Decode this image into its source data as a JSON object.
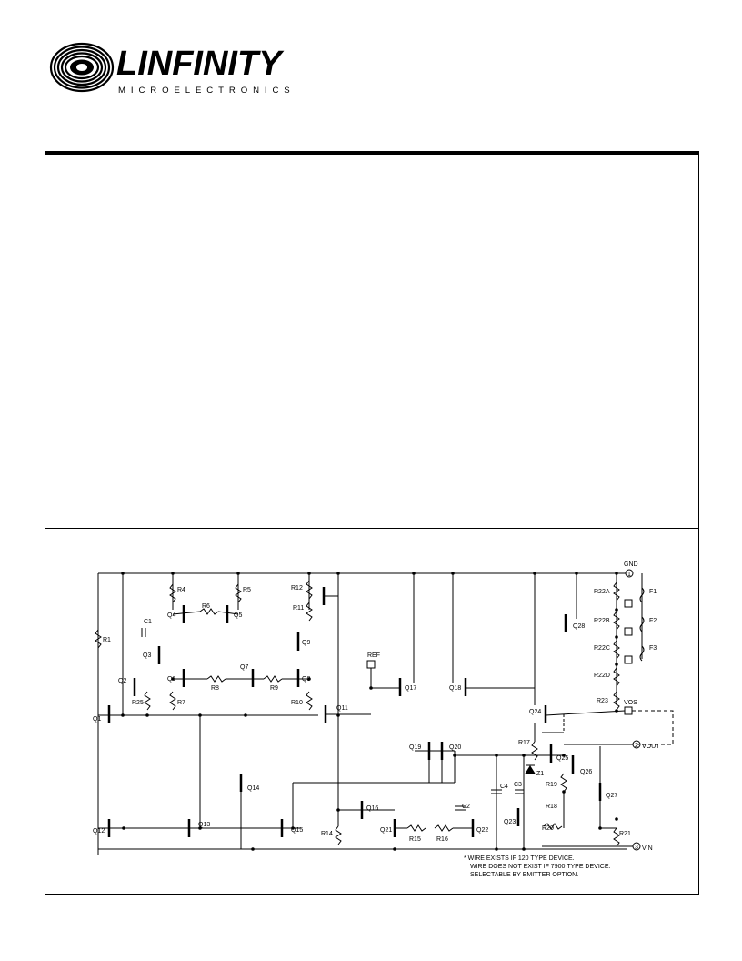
{
  "logo": {
    "wordmark": "LINFINITY",
    "tagline": "MICROELECTRONICS"
  },
  "schematic": {
    "transistors": [
      "Q1",
      "Q2",
      "Q3",
      "Q4",
      "Q5",
      "Q6",
      "Q7",
      "Q8",
      "Q9",
      "Q11",
      "Q12",
      "Q13",
      "Q14",
      "Q15",
      "Q16",
      "Q17",
      "Q18",
      "Q19",
      "Q20",
      "Q21",
      "Q22",
      "Q23",
      "Q24",
      "Q25",
      "Q26",
      "Q27",
      "Q28"
    ],
    "resistors": [
      "R1",
      "R4",
      "R5",
      "R6",
      "R7",
      "R8",
      "R9",
      "R10",
      "R11",
      "R12",
      "R14",
      "R15",
      "R16",
      "R17",
      "R18",
      "R19",
      "R20",
      "R21",
      "R22A",
      "R22B",
      "R22C",
      "R22D",
      "R23",
      "R25"
    ],
    "capacitors": [
      "C1",
      "C2",
      "C3",
      "C4"
    ],
    "zener": "Z1",
    "fuses": [
      "F1",
      "F2",
      "F3"
    ],
    "labels": {
      "gnd": "GND",
      "ref": "REF",
      "vos": "VOS",
      "vout": "VOUT",
      "vin": "VIN",
      "pin1": "1",
      "pin2": "2",
      "pin3": "3"
    },
    "notes": [
      "*  WIRE EXISTS IF 120 TYPE DEVICE.",
      "WIRE DOES NOT EXIST IF 7900 TYPE DEVICE.",
      "SELECTABLE BY EMITTER OPTION."
    ]
  }
}
